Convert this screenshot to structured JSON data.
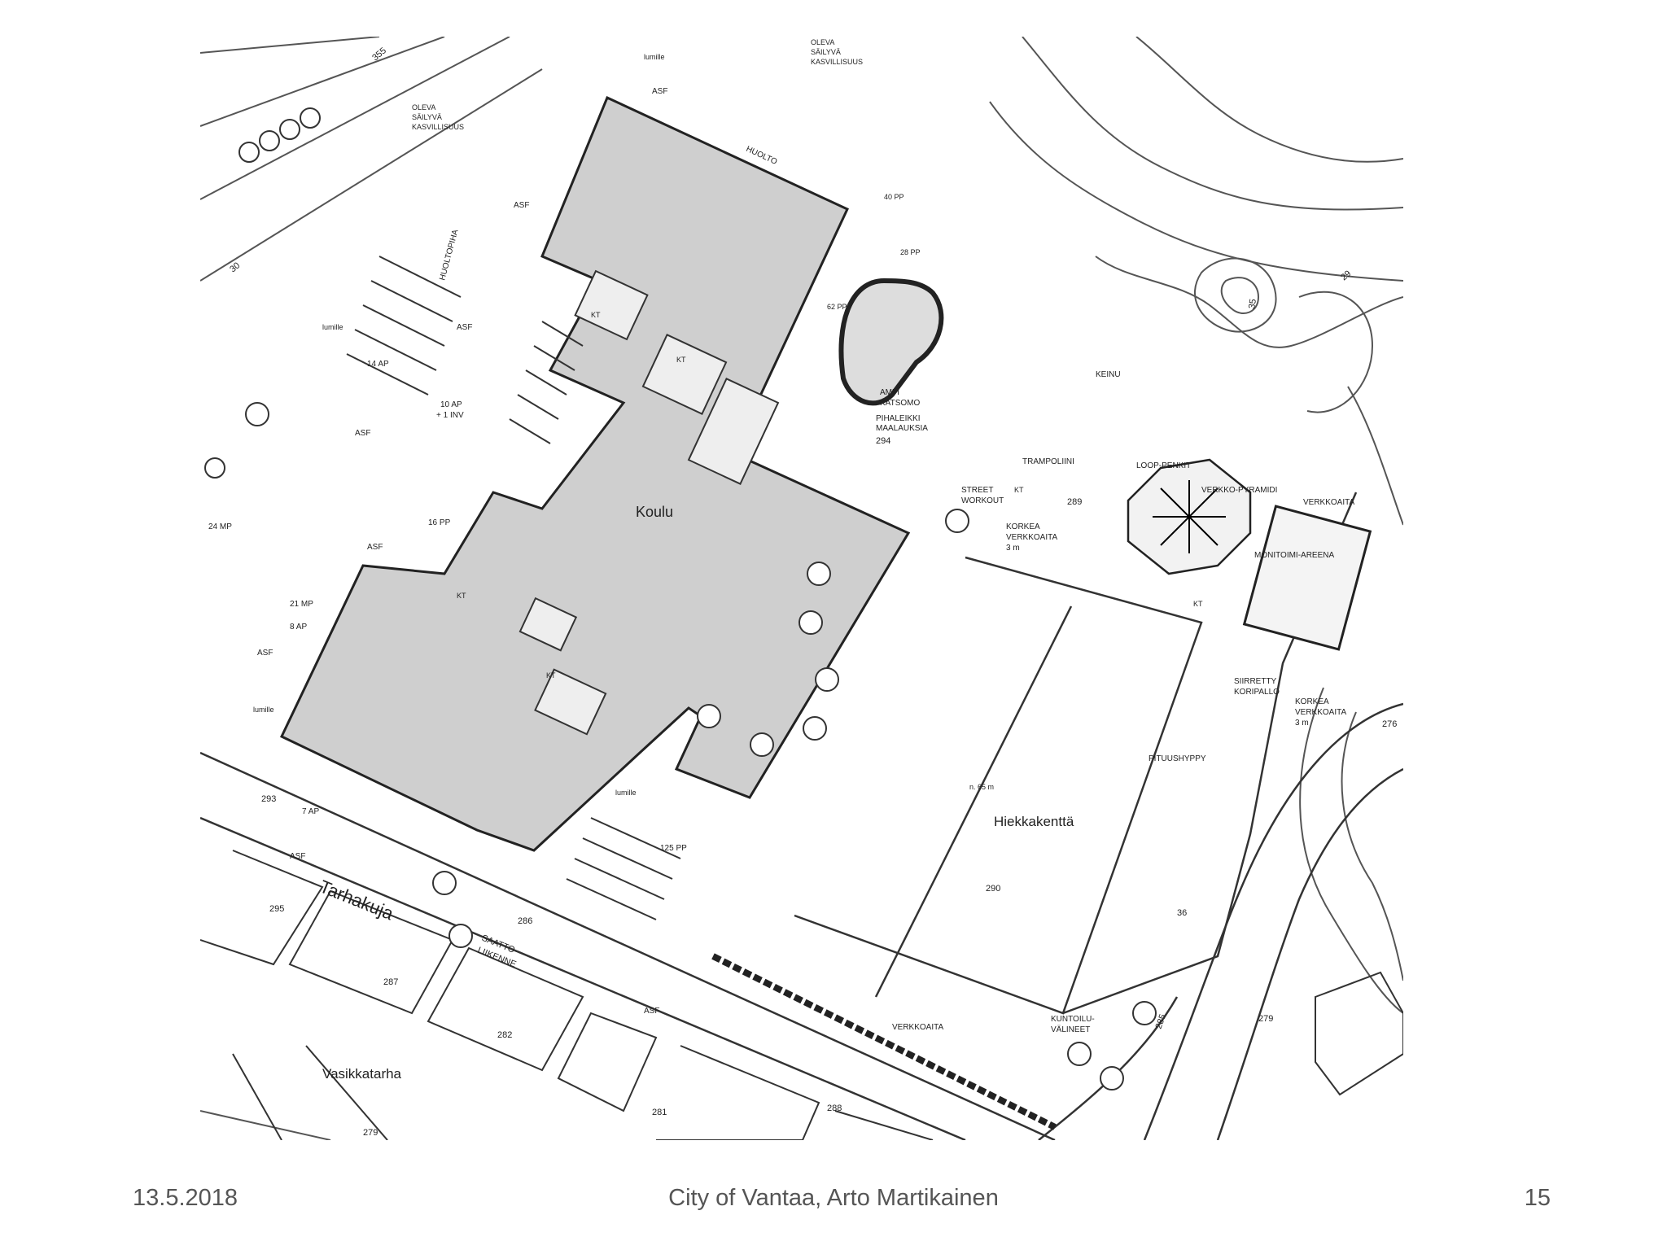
{
  "map": {
    "labels": {
      "koulu": "Koulu",
      "hiekkakentta": "Hiekkakenttä",
      "tarhakuja": "Tarhakuja",
      "vasikkatarha": "Vasikkatarha",
      "oleva1": "OLEVA",
      "sailyva1": "SÄILYVÄ",
      "kasvillisuus1": "KASVILLISUUS",
      "oleva2": "OLEVA",
      "sailyva2": "SÄILYVÄ",
      "kasvillisuus2": "KASVILLISUUS",
      "huolto": "HUOLTO",
      "huoltopiha": "HUOLTOPIHA",
      "asf1": "ASF",
      "asf2": "ASF",
      "asf3": "ASF",
      "asf4": "ASF",
      "asf5": "ASF",
      "asf6": "ASF",
      "asf7": "ASF",
      "asf8": "ASF",
      "pp40": "40 PP",
      "pp28": "28 PP",
      "pp62": "62 PP",
      "ap14": "14 AP",
      "ap10": "10 AP",
      "inv1": "+ 1 INV",
      "pp16": "16 PP",
      "mp21": "21 MP",
      "ap8": "8 AP",
      "mp24": "24 MP",
      "ap7": "7 AP",
      "pp125": "125 PP",
      "amfi": "AMFI",
      "katsomo": "KATSOMO",
      "pihalaatta": "PIHALEIKKI",
      "maalauksia": "MAALAUKSIA",
      "street": "STREET",
      "workout": "WORKOUT",
      "trampoliini": "TRAMPOLIINI",
      "keinu": "KEINU",
      "looppenkit": "LOOP-PENKIT",
      "verkkopyramidi": "VERKKO-PYRAMIDI",
      "verkkoaita1": "VERKKOAITA",
      "verkkoaita2": "VERKKOAITA",
      "monitoimiareena": "MONITOIMI-AREENA",
      "siirretty": "SIIRRETTY",
      "koripallo": "KORIPALLO",
      "korkea1": "KORKEA",
      "verkkoaita3": "VERKKOAITA",
      "m3a": "3 m",
      "korkea2": "KORKEA",
      "verkkoaita4": "VERKKOAITA",
      "m3b": "3 m",
      "pituushyppy": "PITUUSHYPPY",
      "m65": "n. 65 m",
      "kuntoilu": "KUNTOILU-",
      "valineet": "VÄLINEET",
      "saatto": "SAATTO-",
      "liikenne": "LIIKENNE",
      "lumille1": "lumille",
      "lumille2": "lumille",
      "lumille3": "lumille",
      "lumille4": "lumille",
      "kt1": "KT",
      "kt2": "KT",
      "kt3": "KT",
      "kt4": "KT",
      "kt5": "KT",
      "kt6": "KT",
      "n290": "290",
      "n289": "289",
      "n294": "294",
      "n286": "286",
      "n287": "287",
      "n282": "282",
      "n281": "281",
      "n288": "288",
      "n279a": "279",
      "n279b": "279",
      "n295": "295",
      "n276": "276",
      "n293": "293",
      "n285": "285",
      "n355": "355",
      "n30": "30",
      "n29": "29",
      "n35": "35",
      "n36": "36"
    }
  },
  "footer": {
    "date": "13.5.2018",
    "center": "City of Vantaa, Arto Martikainen",
    "page": "15"
  }
}
